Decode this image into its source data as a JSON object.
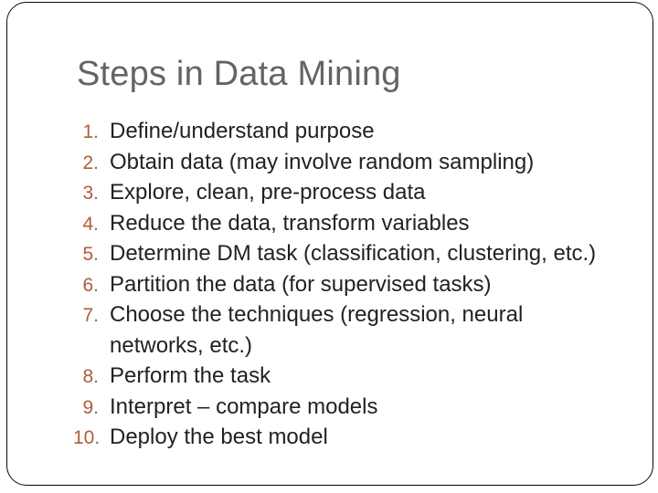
{
  "slide": {
    "title": "Steps in Data Mining",
    "steps": [
      "Define/understand purpose",
      "Obtain data (may involve random sampling)",
      "Explore, clean, pre-process data",
      "Reduce the data, transform variables",
      "Determine DM task (classification, clustering, etc.)",
      "Partition the data (for supervised tasks)",
      "Choose the techniques (regression, neural networks, etc.)",
      "Perform the task",
      "Interpret – compare models",
      "Deploy the best model"
    ],
    "colors": {
      "background": "#ffffff",
      "frame_outline": "#0a0a0a",
      "title_text": "#646464",
      "list_number": "#AE5D3B",
      "body_text": "#222222"
    }
  }
}
